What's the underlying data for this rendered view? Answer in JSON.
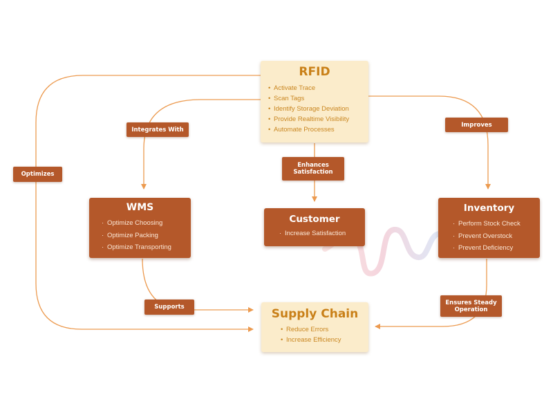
{
  "colors": {
    "connector": "#ec9a4f",
    "light_node": "#fbeccb",
    "dark_node": "#b4582a",
    "light_text": "#c98018"
  },
  "nodes": {
    "rfid": {
      "title": "RFID",
      "items": [
        "Activate Trace",
        "Scan Tags",
        "Identify Storage Deviation",
        "Provide Realtime Visibility",
        "Automate Processes"
      ]
    },
    "wms": {
      "title": "WMS",
      "items": [
        "Optimize Choosing",
        "Optimize Packing",
        "Optimize Transporting"
      ]
    },
    "customer": {
      "title": "Customer",
      "items": [
        "Increase Satisfaction"
      ]
    },
    "inventory": {
      "title": "Inventory",
      "items": [
        "Perform Stock Check",
        "Prevent Overstock",
        "Prevent Deficiency"
      ]
    },
    "supply_chain": {
      "title": "Supply Chain",
      "items": [
        "Reduce Errors",
        "Increase Efficiency"
      ]
    }
  },
  "edge_labels": {
    "integrates_with": "Integrates With",
    "improves": "Improves",
    "optimizes": "Optimizes",
    "enhances_satisfaction": "Enhances Satisfaction",
    "supports": "Supports",
    "ensures_steady_operation": "Ensures Steady Operation"
  }
}
